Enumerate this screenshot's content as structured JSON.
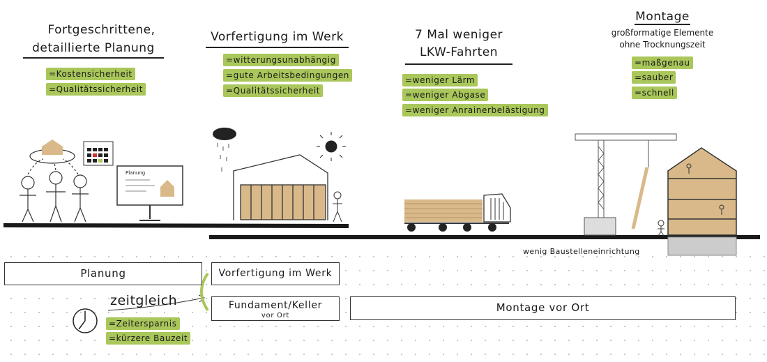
{
  "sections": {
    "planning": {
      "title_line1": "Fortgeschrittene,",
      "title_line2": "detaillierte Planung",
      "benefits": [
        "=Kostensicherheit",
        "=Qualitätssicherheit"
      ],
      "screen_label": "Planung"
    },
    "prefab": {
      "title": "Vorfertigung im Werk",
      "benefits": [
        "=witterungsunabhängig",
        "=gute Arbeitsbedingungen",
        "=Qualitätssicherheit"
      ]
    },
    "transport": {
      "title_line1": "7 Mal weniger",
      "title_line2": "LKW-Fahrten",
      "benefits": [
        "=weniger Lärm",
        "=weniger Abgase",
        "=weniger Anrainerbelästigung"
      ]
    },
    "assembly": {
      "title": "Montage",
      "subtitle_line1": "großformatige Elemente",
      "subtitle_line2": "ohne Trocknungszeit",
      "benefits": [
        "=maßgenau",
        "=sauber",
        "=schnell"
      ],
      "site_note": "wenig Baustelleneinrichtung"
    }
  },
  "timeline": {
    "planning": "Planung",
    "prefab": "Vorfertigung im Werk",
    "foundation": "Fundament/Keller",
    "foundation_sub": "vor Ort",
    "assembly": "Montage vor Ort",
    "simultaneous": "zeitgleich",
    "benefits": [
      "=Zeitersparnis",
      "=kürzere Bauzeit"
    ]
  },
  "colors": {
    "accent_green": "#a9c75a",
    "wood": "#d9b98a",
    "ink": "#1a1a1a"
  }
}
